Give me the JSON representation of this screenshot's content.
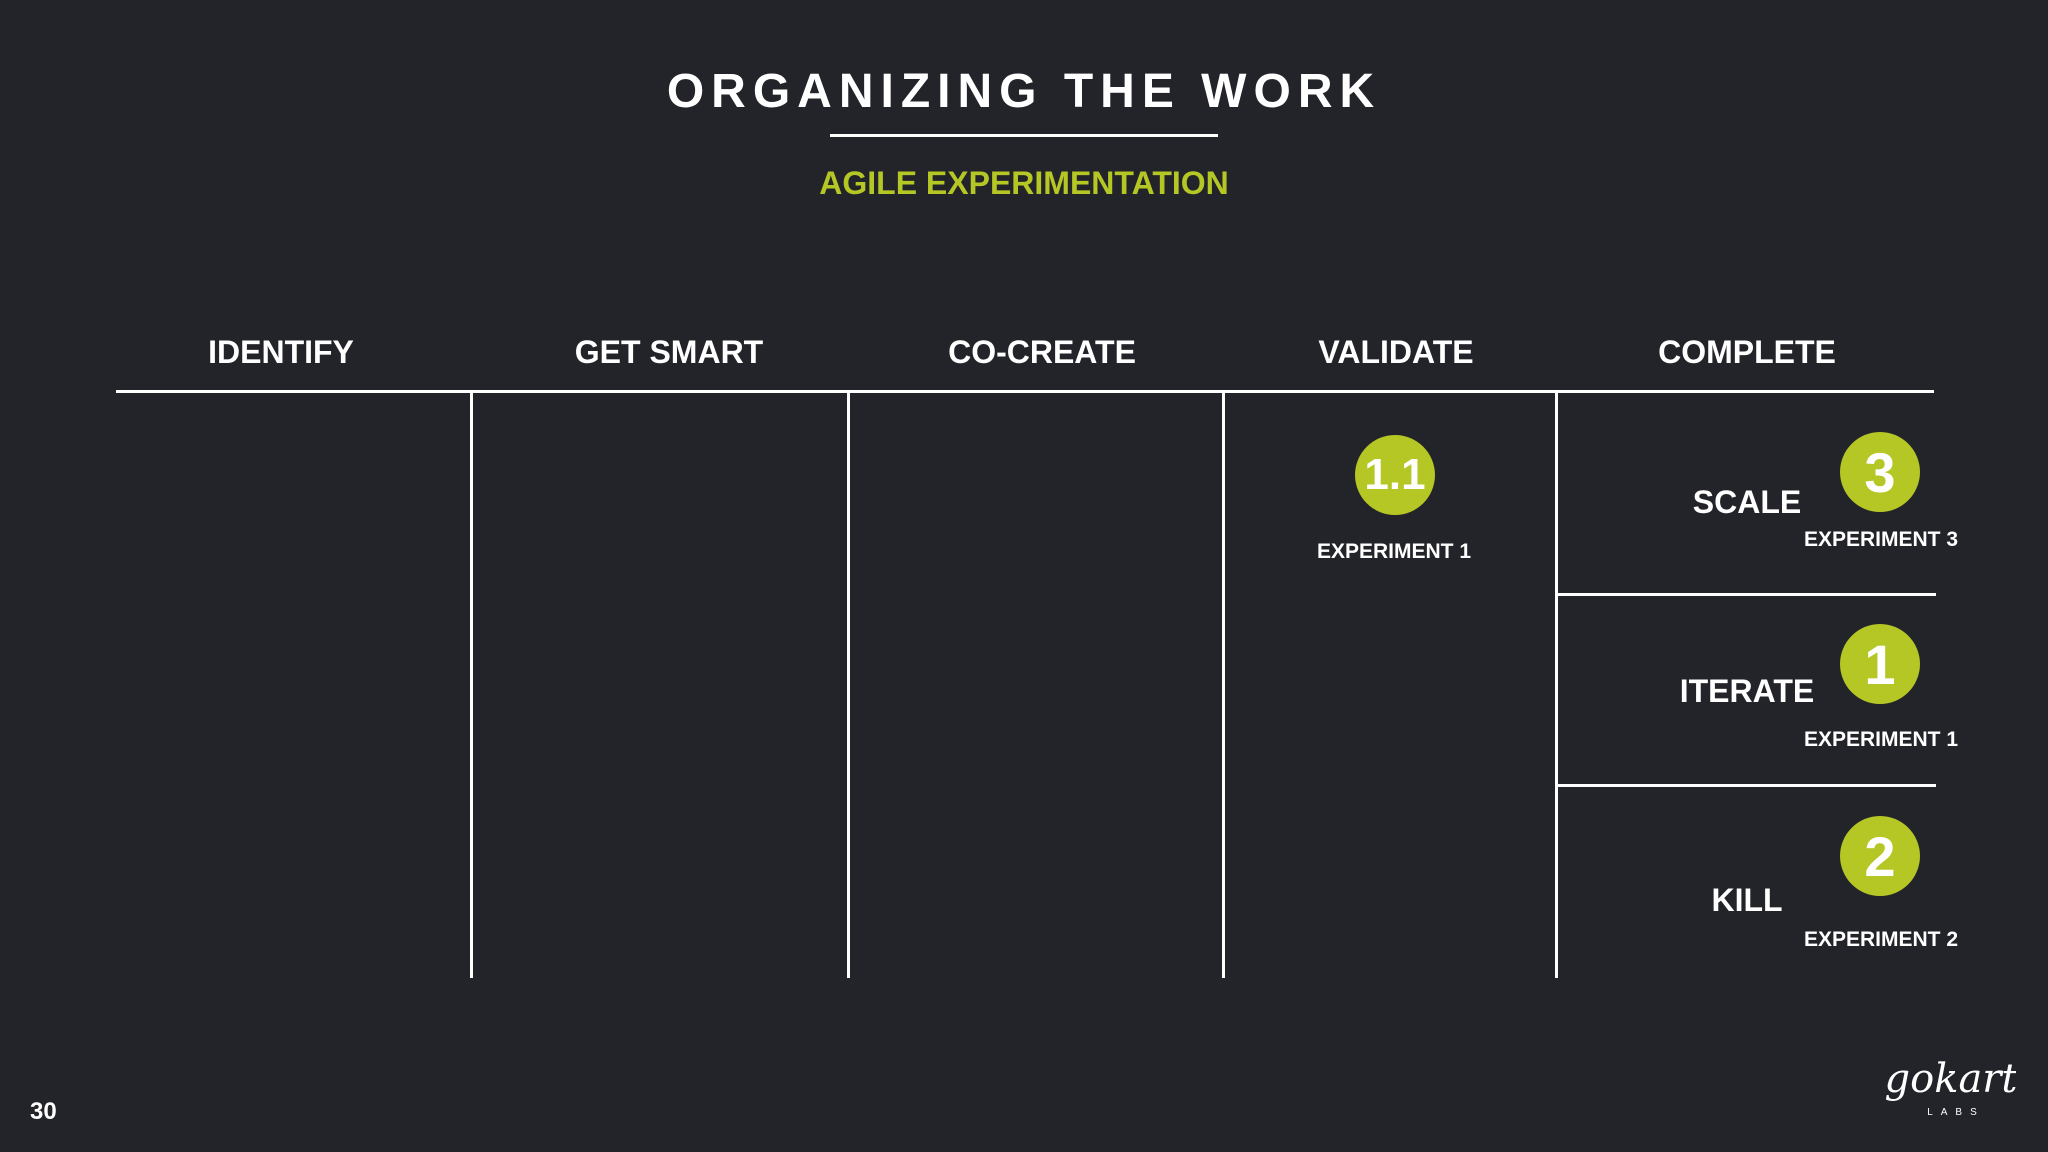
{
  "title": "ORGANIZING THE WORK",
  "subtitle": "AGILE EXPERIMENTATION",
  "columns": [
    "IDENTIFY",
    "GET SMART",
    "CO-CREATE",
    "VALIDATE",
    "COMPLETE"
  ],
  "validate": {
    "badge": "1.1",
    "label": "EXPERIMENT 1"
  },
  "complete": [
    {
      "outcome": "SCALE",
      "badge": "3",
      "experiment": "EXPERIMENT 3"
    },
    {
      "outcome": "ITERATE",
      "badge": "1",
      "experiment": "EXPERIMENT 1"
    },
    {
      "outcome": "KILL",
      "badge": "2",
      "experiment": "EXPERIMENT 2"
    }
  ],
  "page_number": "30",
  "logo": {
    "wordmark": "gokart",
    "sub": "LABS"
  },
  "colors": {
    "background": "#232429",
    "accent": "#b5c724",
    "text": "#ffffff"
  }
}
